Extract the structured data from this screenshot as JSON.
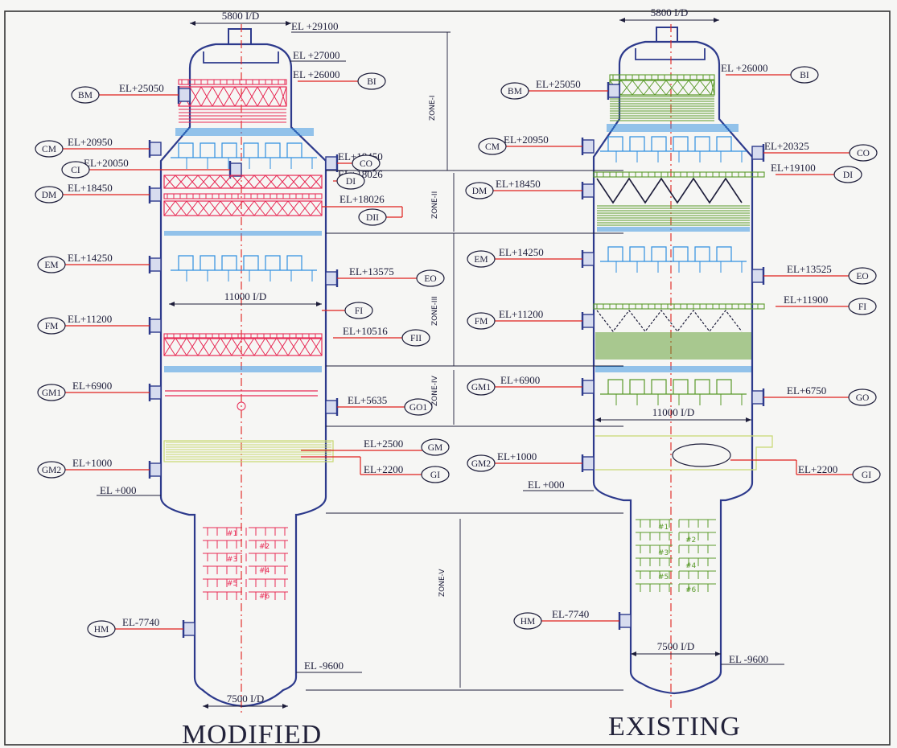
{
  "colors": {
    "shell": "#2d3a8c",
    "centerline": "#e0201c",
    "leader": "#e0201c",
    "packing_modified": "#e82a55",
    "tray_blue": "#2f8fe0",
    "packing_existing": "#5a9a2a",
    "chimney": "#c8d870",
    "ink": "#1d1d3a"
  },
  "modified": {
    "caption": "MODIFIED",
    "top_id": "5800 I/D",
    "mid_id": "11000 I/D",
    "bottom_id": "7500 I/D",
    "elevations": {
      "e29100": "EL +29100",
      "e27000": "EL +27000",
      "e26000": "EL +26000",
      "e25050": "EL+25050",
      "e20950": "EL+20950",
      "e20050": "EL+20050",
      "e18450": "EL+18450",
      "e18026": "EL+18026",
      "e14250": "EL+14250",
      "e13575": "EL+13575",
      "e11200": "EL+11200",
      "e10516": "EL+10516",
      "e6900": "EL+6900",
      "e5635": "EL+5635",
      "e2500": "EL+2500",
      "e2200": "EL+2200",
      "e1000": "EL+1000",
      "e000": "EL +000",
      "em7740": "EL-7740",
      "em9600": "EL -9600"
    },
    "nozzles": {
      "bi": "BI",
      "bm": "BM",
      "cm": "CM",
      "co": "CO",
      "ci": "CI",
      "di": "DI",
      "dm": "DM",
      "dii": "DII",
      "em": "EM",
      "eo": "EO",
      "fi": "FI",
      "fm": "FM",
      "fii": "FII",
      "gm1": "GM1",
      "go1": "GO1",
      "gm": "GM",
      "gm2": "GM2",
      "gi": "GI",
      "hm": "HM"
    },
    "zones": [
      "ZONE-I",
      "ZONE-II",
      "ZONE-III",
      "ZONE-IV",
      "ZONE-V"
    ],
    "trays": [
      "#1",
      "#2",
      "#3",
      "#4",
      "#5",
      "#6"
    ]
  },
  "existing": {
    "caption": "EXISTING",
    "top_id": "5800 I/D",
    "mid_id": "11000 I/D",
    "bottom_id": "7500 I/D",
    "elevations": {
      "e26000": "EL +26000",
      "e25050": "EL+25050",
      "e20950": "EL+20950",
      "e20325": "EL+20325",
      "e19100": "EL+19100",
      "e18450": "EL+18450",
      "e14250": "EL+14250",
      "e13525": "EL+13525",
      "e11900": "EL+11900",
      "e11200": "EL+11200",
      "e6900": "EL+6900",
      "e6750": "EL+6750",
      "e1000": "EL+1000",
      "e2200": "EL+2200",
      "e000": "EL +000",
      "em7740": "EL-7740",
      "em9600": "EL -9600"
    },
    "nozzles": {
      "bi": "BI",
      "bm": "BM",
      "cm": "CM",
      "co": "CO",
      "dm": "DM",
      "di": "DI",
      "em": "EM",
      "eo": "EO",
      "fi": "FI",
      "fm": "FM",
      "gm1": "GM1",
      "go": "GO",
      "gm2": "GM2",
      "gi": "GI",
      "hm": "HM"
    },
    "trays": [
      "#1",
      "#2",
      "#3",
      "#4",
      "#5",
      "#6"
    ]
  }
}
